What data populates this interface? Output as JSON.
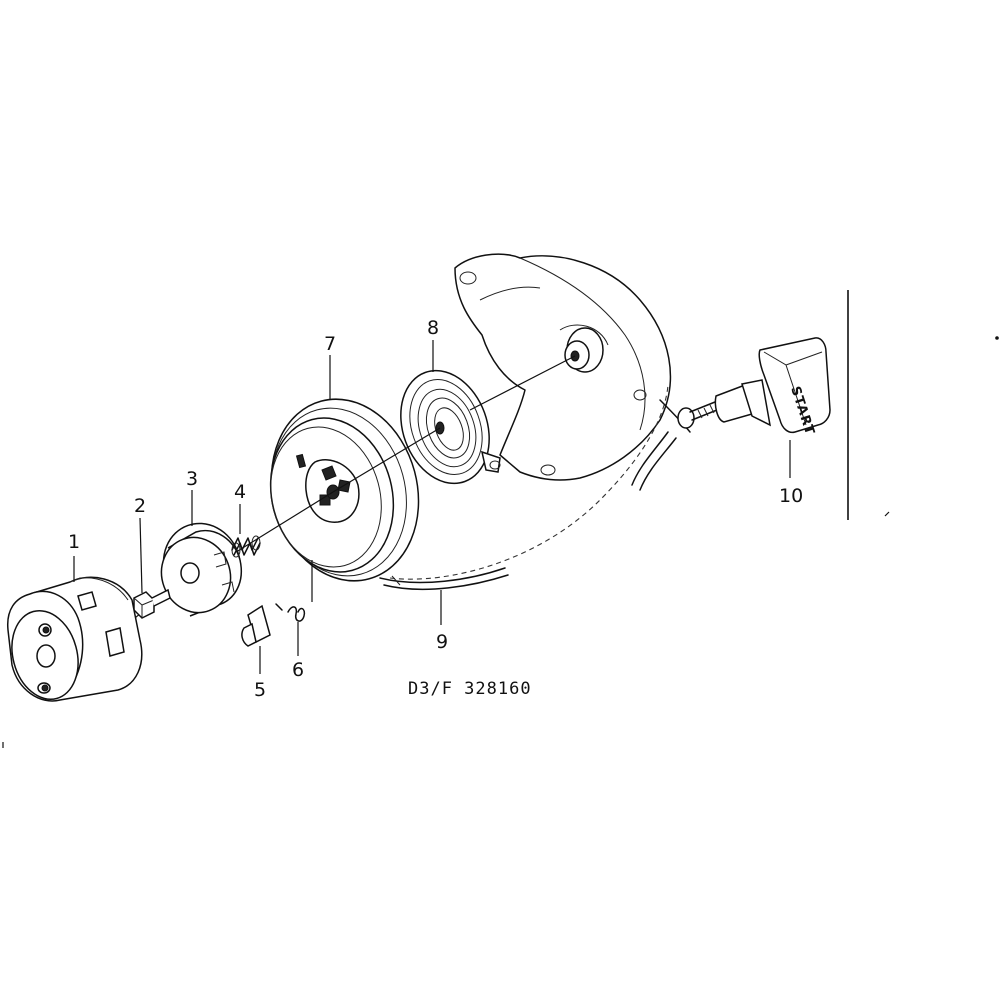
{
  "diagram": {
    "drawing_code": "D3/F 328160",
    "handle_text": "START",
    "callouts": [
      {
        "id": "1",
        "text": "1"
      },
      {
        "id": "2",
        "text": "2"
      },
      {
        "id": "3",
        "text": "3"
      },
      {
        "id": "4",
        "text": "4"
      },
      {
        "id": "5",
        "text": "5"
      },
      {
        "id": "6",
        "text": "6"
      },
      {
        "id": "7",
        "text": "7"
      },
      {
        "id": "8",
        "text": "8"
      },
      {
        "id": "9",
        "text": "9"
      },
      {
        "id": "10",
        "text": "10"
      }
    ]
  }
}
